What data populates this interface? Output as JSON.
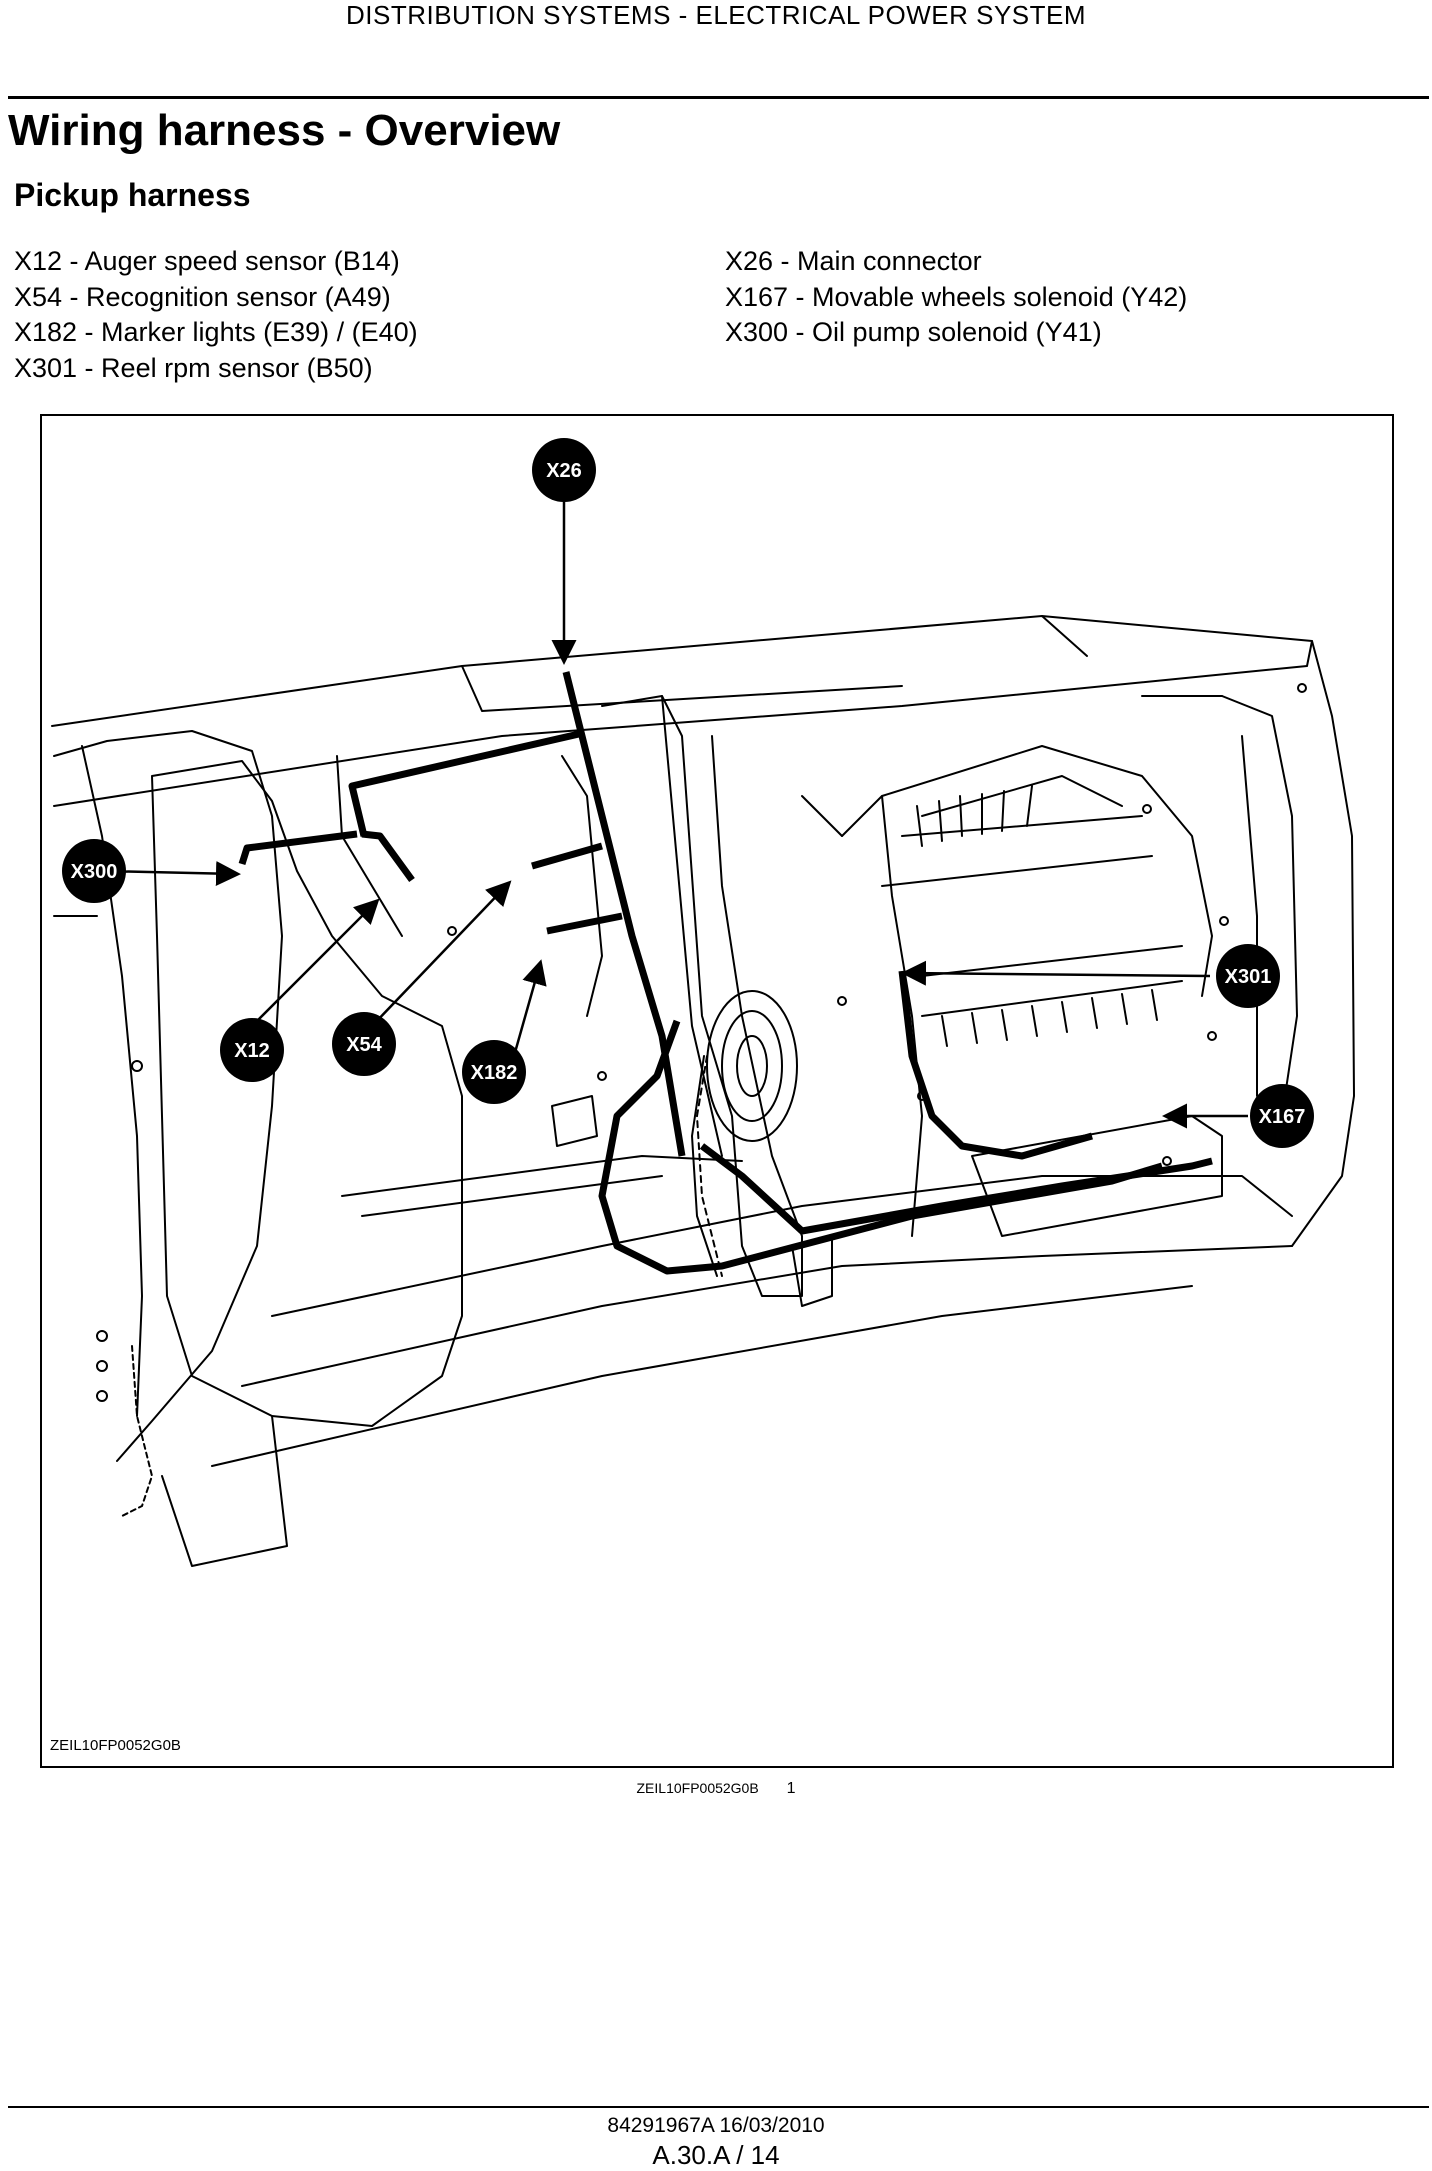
{
  "header": {
    "running_title": "DISTRIBUTION SYSTEMS - ELECTRICAL POWER SYSTEM"
  },
  "title": "Wiring harness - Overview",
  "section": "Pickup harness",
  "legend": {
    "left": [
      "X12 - Auger speed sensor (B14)",
      "X54 - Recognition sensor (A49)",
      "X182 - Marker lights (E39) / (E40)",
      "X301 - Reel rpm sensor (B50)"
    ],
    "right": [
      "X26 - Main connector",
      "X167 - Movable wheels solenoid (Y42)",
      "X300 - Oil pump solenoid (Y41)"
    ]
  },
  "figure": {
    "callouts": [
      "X26",
      "X300",
      "X12",
      "X54",
      "X182",
      "X301",
      "X167"
    ],
    "reference_inner": "ZEIL10FP0052G0B",
    "caption_reference": "ZEIL10FP0052G0B",
    "caption_number": "1"
  },
  "footer": {
    "doc_number": "84291967A 16/03/2010",
    "page": "A.30.A / 14"
  }
}
